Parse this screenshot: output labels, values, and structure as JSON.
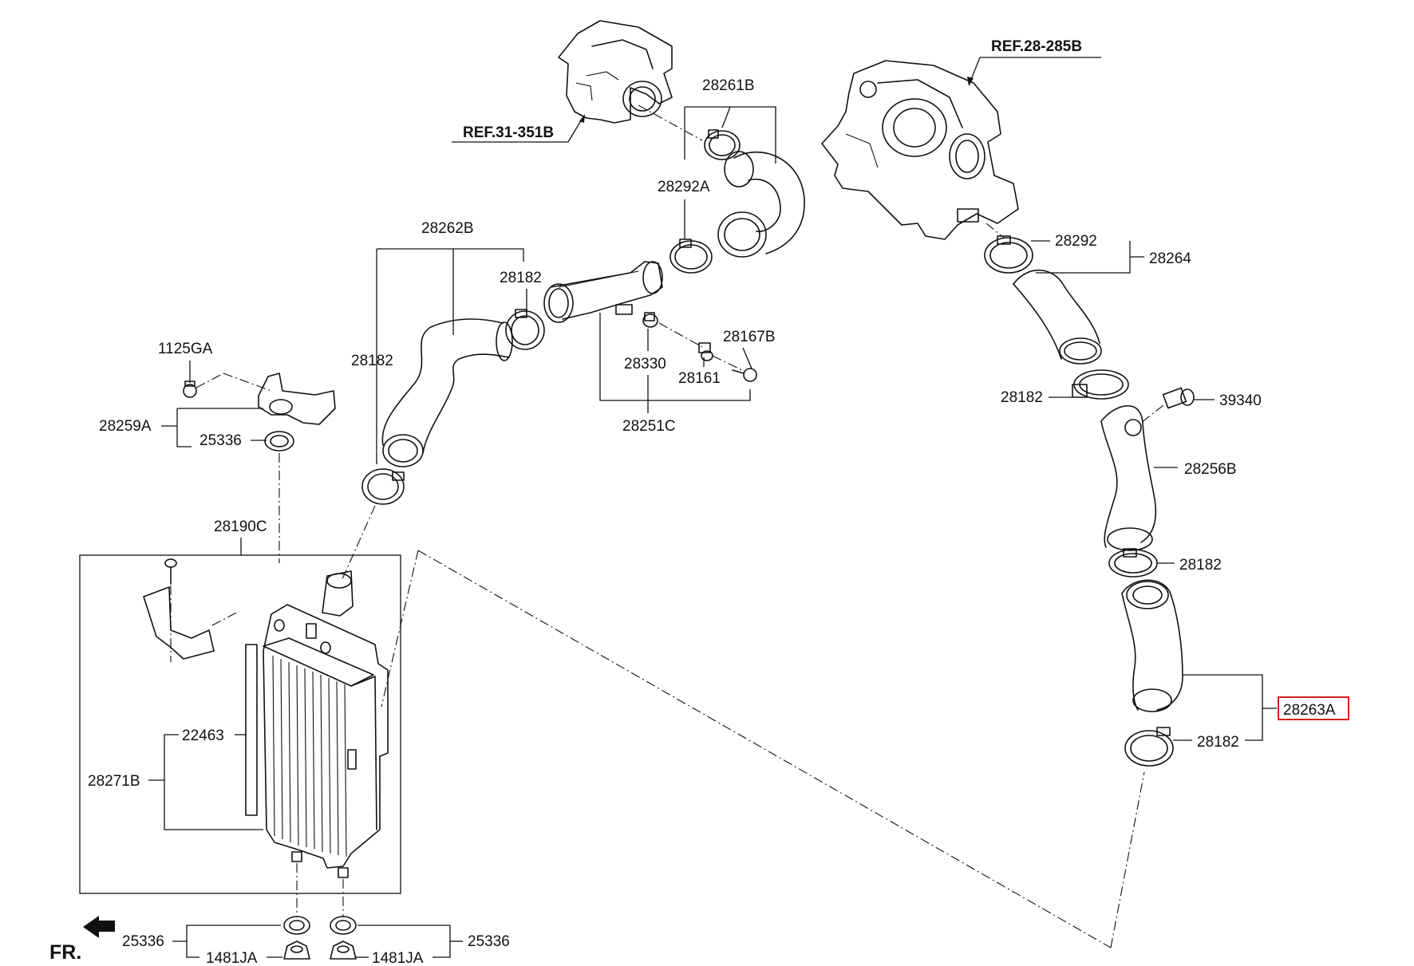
{
  "diagram": {
    "references": {
      "left": "REF.31-351B",
      "right": "REF.28-285B"
    },
    "direction_label": "FR.",
    "highlighted_part": "28263A",
    "labels": {
      "p28261B": "28261B",
      "p28292A": "28292A",
      "p28262B": "28262B",
      "p28182_top": "28182",
      "p28182_left": "28182",
      "p1125GA": "1125GA",
      "p28259A": "28259A",
      "p25336_top": "25336",
      "p28190C": "28190C",
      "p22463": "22463",
      "p28271B": "28271B",
      "p28330": "28330",
      "p28161": "28161",
      "p28167B": "28167B",
      "p28251C": "28251C",
      "p28292": "28292",
      "p28264": "28264",
      "p28182_mid": "28182",
      "p39340": "39340",
      "p28256B": "28256B",
      "p28182_lower": "28182",
      "p28263A": "28263A",
      "p28182_bottom": "28182",
      "p25336_bl": "25336",
      "p1481JA_l": "1481JA",
      "p1481JA_r": "1481JA",
      "p25336_br": "25336"
    }
  }
}
